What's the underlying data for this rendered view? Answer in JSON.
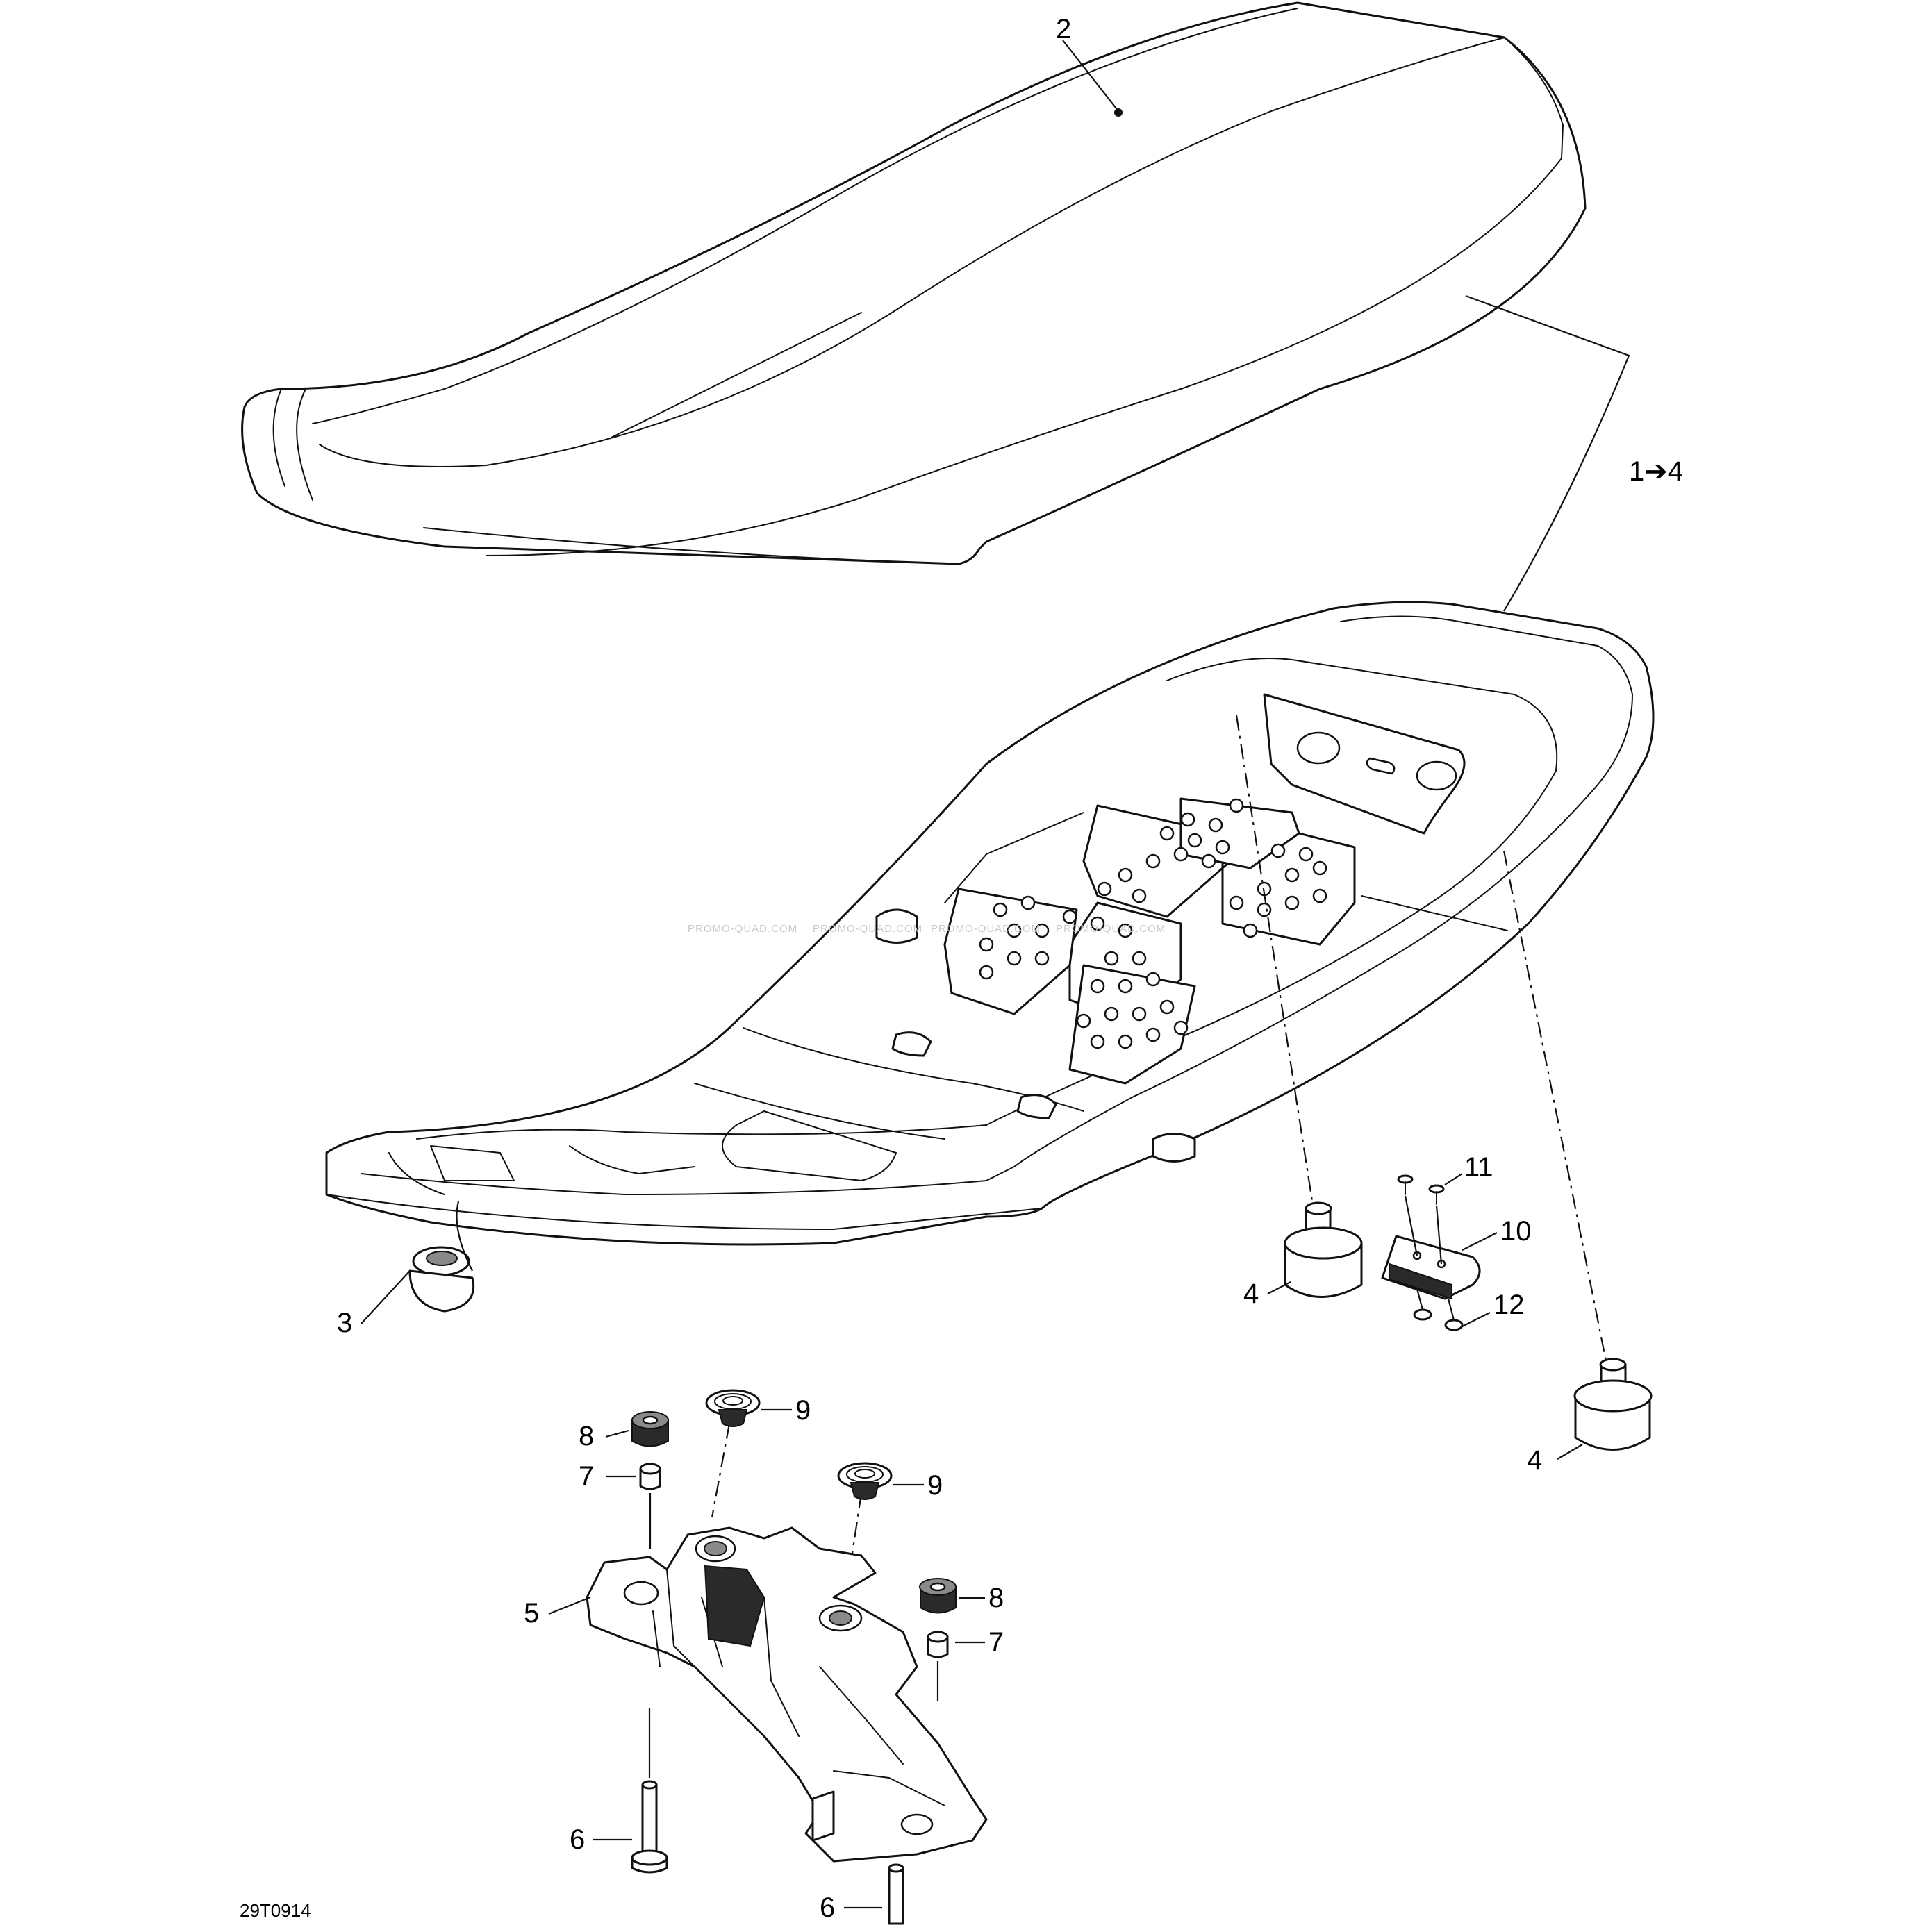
{
  "diagram": {
    "drawing_code": "29T0914",
    "watermark": [
      "PROMO-QUAD.COM",
      "PROMO-QUAD.COM",
      "PROMO-QUAD.COM",
      "PROMO-QUAD.COM"
    ],
    "callouts": {
      "seat_assembly": "1➔4",
      "seat_cover": "2",
      "front_bumper": "3",
      "rear_bumper_left": "4",
      "rear_bumper_right": "4",
      "seat_bracket": "5",
      "screw_upper": "6",
      "screw_lower": "6",
      "spacer_left": "7",
      "spacer_right": "7",
      "nut_left": "8",
      "nut_right": "8",
      "grommet_left": "9",
      "grommet_right": "9",
      "latch_plate": "10",
      "rivets": "11",
      "washers": "12"
    }
  }
}
